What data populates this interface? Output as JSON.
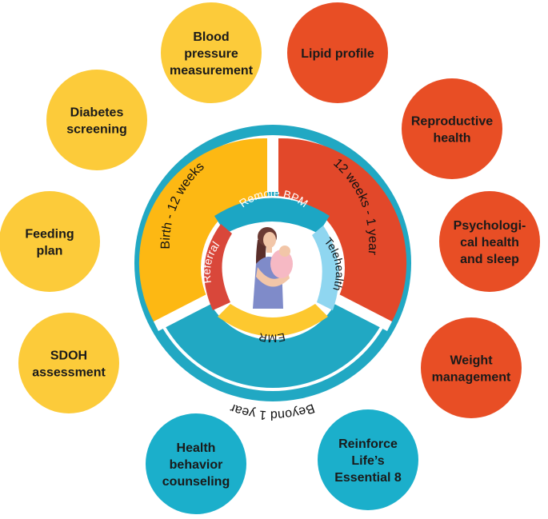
{
  "colors": {
    "yellow": "#FCCB3A",
    "orange": "#E84E25",
    "teal": "#1BAFCB",
    "ring_teal": "#21A8C3",
    "ring_yellow": "#FDB813",
    "ring_orange": "#E2482A",
    "inner_red": "#D9473A",
    "inner_light_blue": "#8FD6F0",
    "inner_yellow": "#FDC82F",
    "inner_teal": "#1CA6C4"
  },
  "bubbles": [
    {
      "id": "blood-pressure",
      "lines": [
        "Blood",
        "pressure",
        "measurement"
      ],
      "color": "yellow"
    },
    {
      "id": "lipid-profile",
      "lines": [
        "Lipid profile"
      ],
      "color": "orange"
    },
    {
      "id": "reproductive-health",
      "lines": [
        "Reproductive",
        "health"
      ],
      "color": "orange"
    },
    {
      "id": "psychological-health",
      "lines": [
        "Psychologi-",
        "cal health",
        "and sleep"
      ],
      "color": "orange"
    },
    {
      "id": "weight-management",
      "lines": [
        "Weight",
        "management"
      ],
      "color": "orange"
    },
    {
      "id": "reinforce-lifes-essential-8",
      "lines": [
        "Reinforce",
        "Life’s",
        "Essential 8"
      ],
      "color": "teal"
    },
    {
      "id": "health-behavior-counseling",
      "lines": [
        "Health",
        "behavior",
        "counseling"
      ],
      "color": "teal"
    },
    {
      "id": "sdoh-assessment",
      "lines": [
        "SDOH",
        "assessment"
      ],
      "color": "yellow"
    },
    {
      "id": "feeding-plan",
      "lines": [
        "Feeding",
        "plan"
      ],
      "color": "yellow"
    },
    {
      "id": "diabetes-screening",
      "lines": [
        "Diabetes",
        "screening"
      ],
      "color": "yellow"
    }
  ],
  "ring": {
    "birth_label": "Birth - 12 weeks",
    "weeks_label": "12 weeks - 1 year",
    "beyond_label": "Beyond 1 year"
  },
  "inner": {
    "remote_bpm": "Remote BPM",
    "telehealth": "Telehealth",
    "emr": "EMR",
    "referral": "Referral"
  },
  "center_icon": "mother-holding-baby-icon"
}
